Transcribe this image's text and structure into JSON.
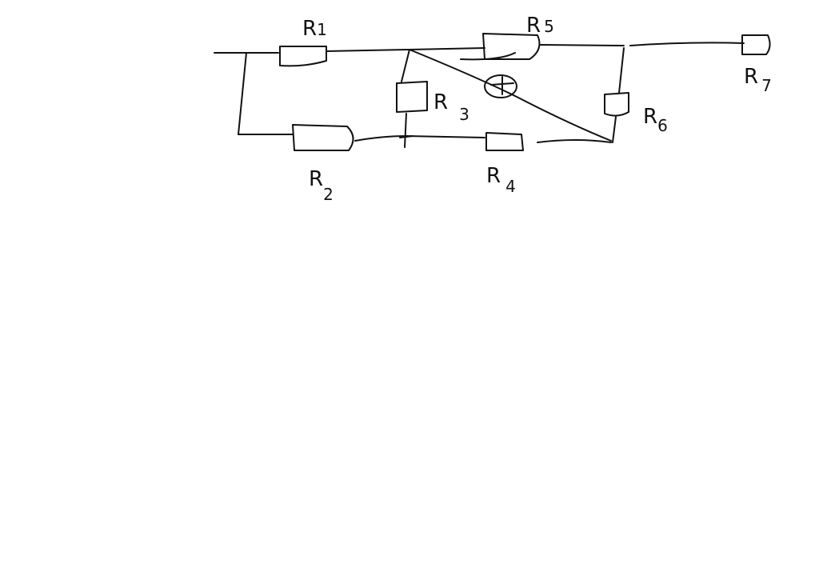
{
  "diagram": {
    "ink_color": "#111111",
    "background": "#ffffff",
    "resistors": [
      {
        "id": "R1",
        "letter": "R",
        "index": "1"
      },
      {
        "id": "R2",
        "letter": "R",
        "index": "2"
      },
      {
        "id": "R3",
        "letter": "R",
        "index": "3"
      },
      {
        "id": "R4",
        "letter": "R",
        "index": "4"
      },
      {
        "id": "R5",
        "letter": "R",
        "index": "5"
      },
      {
        "id": "R6",
        "letter": "R",
        "index": "6"
      },
      {
        "id": "R7",
        "letter": "R",
        "index": "7"
      }
    ]
  }
}
